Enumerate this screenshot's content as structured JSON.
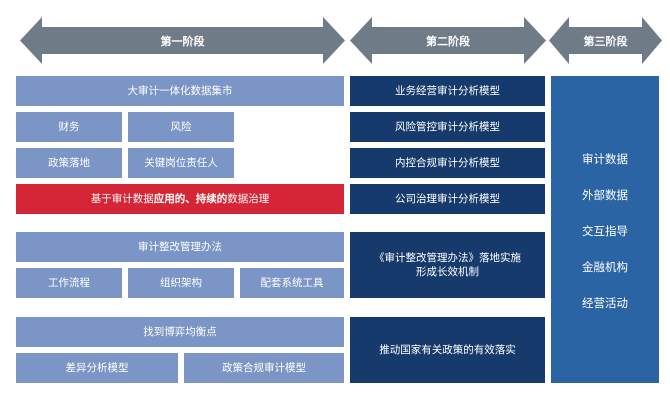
{
  "stages": [
    "第一阶段",
    "第二阶段",
    "第三阶段"
  ],
  "stage1": {
    "platform": "大审计一体化数据集市",
    "cells": [
      "财务",
      "风险",
      "政策落地",
      "关键岗位责任人"
    ],
    "governance_prefix": "基于审计数据",
    "governance_bold": "应用的、持续的",
    "governance_suffix": "数据治理",
    "rectification": "审计整改管理办法",
    "rectification_items": [
      "工作流程",
      "组织架构",
      "配套系统工具"
    ],
    "balance": "找到博弈均衡点",
    "balance_items": [
      "差异分析模型",
      "政策合规审计模型"
    ]
  },
  "stage2": {
    "models": [
      "业务经营审计分析模型",
      "风险管控审计分析模型",
      "内控合规审计分析模型",
      "公司治理审计分析模型"
    ],
    "mechanism": "《审计整改管理办法》落地实施\n形成长效机制",
    "policy": "推动国家有关政策的有效落实"
  },
  "stage3": {
    "items": [
      "审计数据",
      "外部数据",
      "交互指导",
      "金融机构",
      "经营活动"
    ]
  },
  "colors": {
    "arrow": "#707b88",
    "light_blue": "#7b95c6",
    "dark_blue": "#163a6b",
    "red": "#d42637",
    "mid_blue": "#2a64a5"
  }
}
